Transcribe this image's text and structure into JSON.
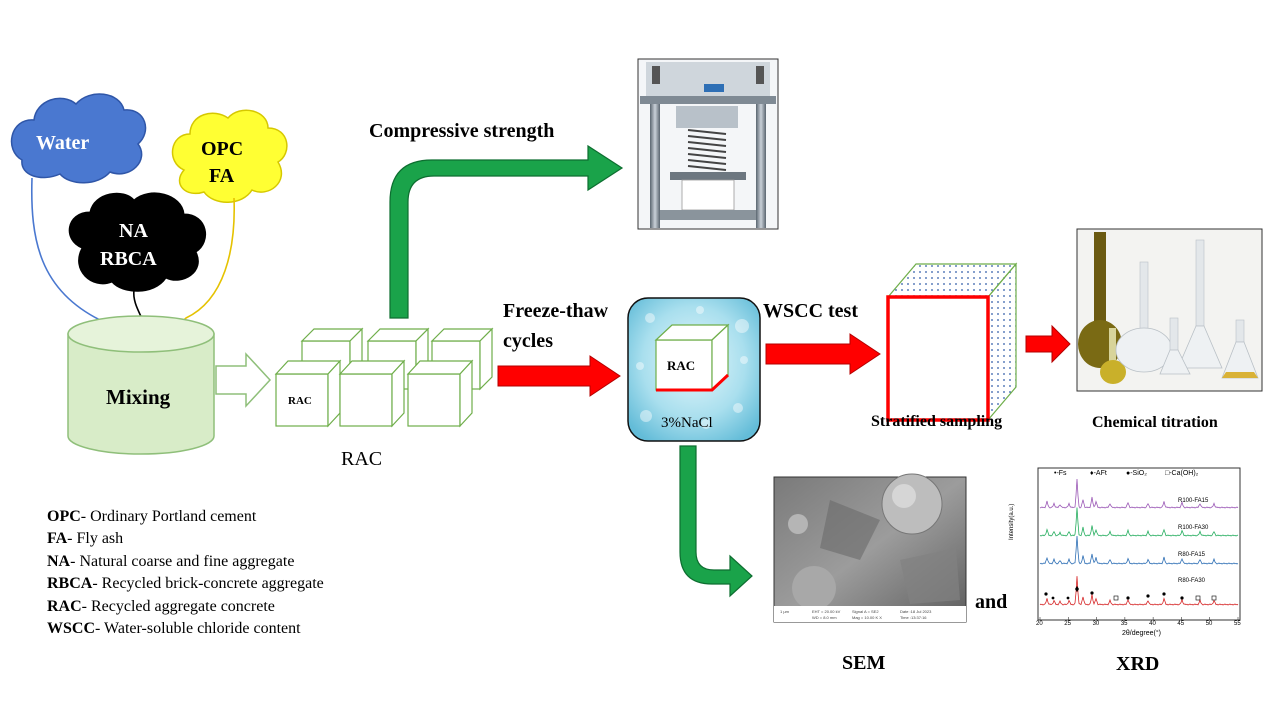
{
  "inputs": {
    "water": "Water",
    "opc": "OPC",
    "fa": "FA",
    "na": "NA",
    "rbca": "RBCA"
  },
  "mixing": "Mixing",
  "rac_cube_label": "RAC",
  "rac_group_label": "RAC",
  "compressive_strength": "Compressive strength",
  "freeze_thaw_line1": "Freeze-thaw",
  "freeze_thaw_line2": "cycles",
  "bath_cube_label": "RAC",
  "nacl_label": "3%NaCl",
  "wscc_test": "WSCC test",
  "stratified_sampling": "Stratified sampling",
  "chemical_titration": "Chemical titration",
  "sem": "SEM",
  "and": "and",
  "xrd": "XRD",
  "xrd_panel": {
    "legend": [
      "•-Fs",
      "♦-AFt",
      "●-SiO₂",
      "□-Ca(OH)₂"
    ],
    "series": [
      "R100-FA15",
      "R100-FA30",
      "R80-FA15",
      "R80-FA30"
    ],
    "series_colors": [
      "#9b59b6",
      "#27ae60",
      "#2e6fb5",
      "#d62728"
    ],
    "ylabel": "Intensity(a.u.)",
    "xlabel": "2θ/degree(°)",
    "xticks": [
      "20",
      "25",
      "30",
      "35",
      "40",
      "45",
      "50",
      "55"
    ]
  },
  "legend": [
    {
      "abbr": "OPC",
      "desc": "- Ordinary Portland cement"
    },
    {
      "abbr": "FA",
      "desc": "- Fly ash"
    },
    {
      "abbr": "NA",
      "desc": "- Natural  coarse and fine aggregate"
    },
    {
      "abbr": "RBCA",
      "desc": "- Recycled brick-concrete aggregate"
    },
    {
      "abbr": "RAC",
      "desc": "- Recycled aggregate concrete"
    },
    {
      "abbr": "WSCC",
      "desc": "- Water-soluble chloride content"
    }
  ],
  "colors": {
    "water_cloud": "#4a78d0",
    "opc_cloud": "#ffff33",
    "aggregate_cloud": "#000000",
    "mixer": "#d8ecc8",
    "green_arrow": "#1aa34a",
    "red_arrow": "#ff0000",
    "cube_edge": "#6fae4a"
  }
}
